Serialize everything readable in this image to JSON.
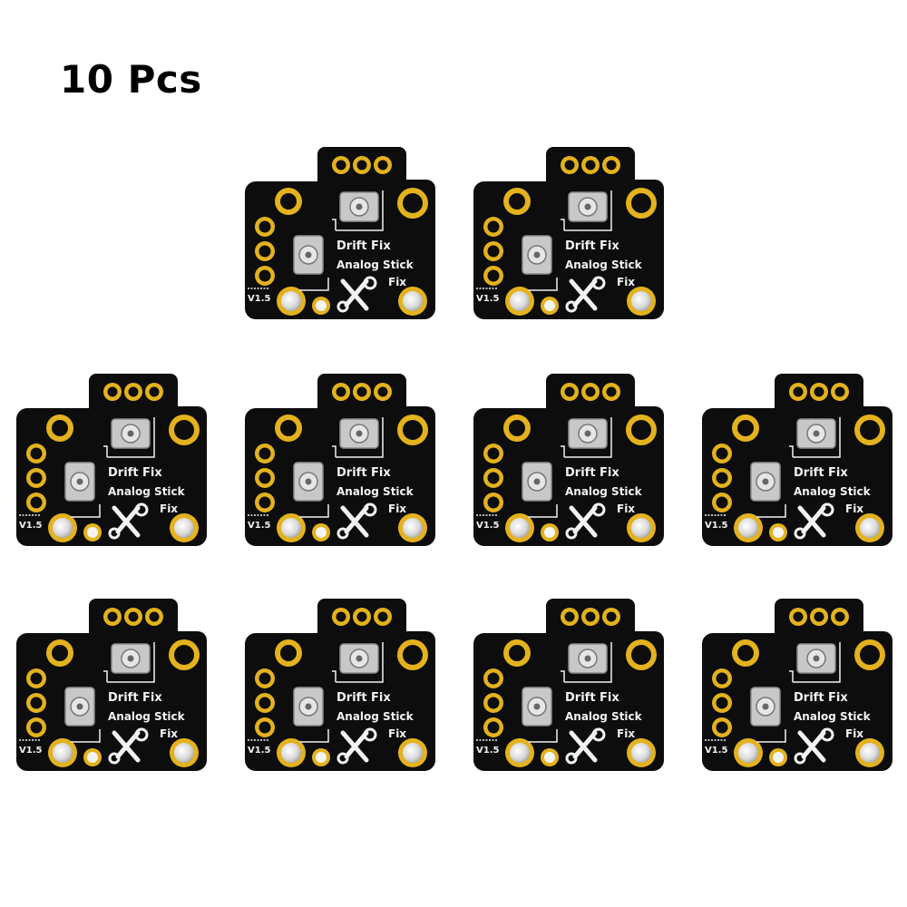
{
  "title": "10 Pcs",
  "board": {
    "label_line1": "Drift Fix",
    "label_line2": "Analog Stick",
    "label_line3": "Fix",
    "version": "V1.5",
    "icon": "wrench-screwdriver-icon"
  },
  "colors": {
    "pcb": "#0d0d0d",
    "gold": "#e3b21d",
    "silk": "#f2f2f2",
    "pad_silver": "#d8d8d8",
    "background": "#ffffff"
  },
  "boards_count": 10
}
